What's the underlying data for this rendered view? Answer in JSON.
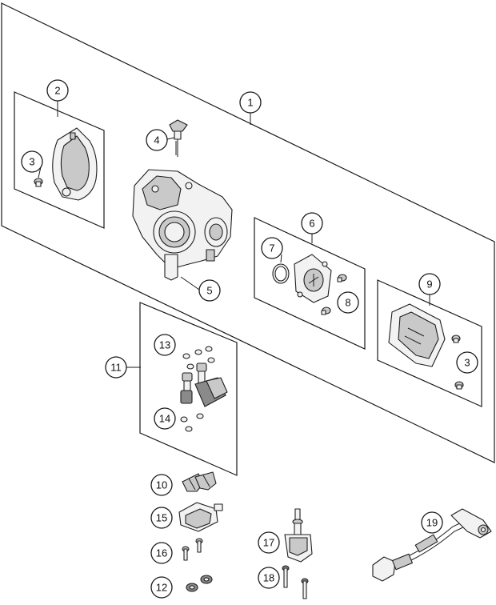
{
  "callouts": [
    {
      "id": "c1",
      "label": "1"
    },
    {
      "id": "c2",
      "label": "2"
    },
    {
      "id": "c3a",
      "label": "3"
    },
    {
      "id": "c3b",
      "label": "3"
    },
    {
      "id": "c4",
      "label": "4"
    },
    {
      "id": "c5",
      "label": "5"
    },
    {
      "id": "c6",
      "label": "6"
    },
    {
      "id": "c7",
      "label": "7"
    },
    {
      "id": "c8",
      "label": "8"
    },
    {
      "id": "c9",
      "label": "9"
    },
    {
      "id": "c10",
      "label": "10"
    },
    {
      "id": "c11",
      "label": "11"
    },
    {
      "id": "c12",
      "label": "12"
    },
    {
      "id": "c13",
      "label": "13"
    },
    {
      "id": "c14",
      "label": "14"
    },
    {
      "id": "c15",
      "label": "15"
    },
    {
      "id": "c16",
      "label": "16"
    },
    {
      "id": "c17",
      "label": "17"
    },
    {
      "id": "c18",
      "label": "18"
    },
    {
      "id": "c19",
      "label": "19"
    }
  ]
}
